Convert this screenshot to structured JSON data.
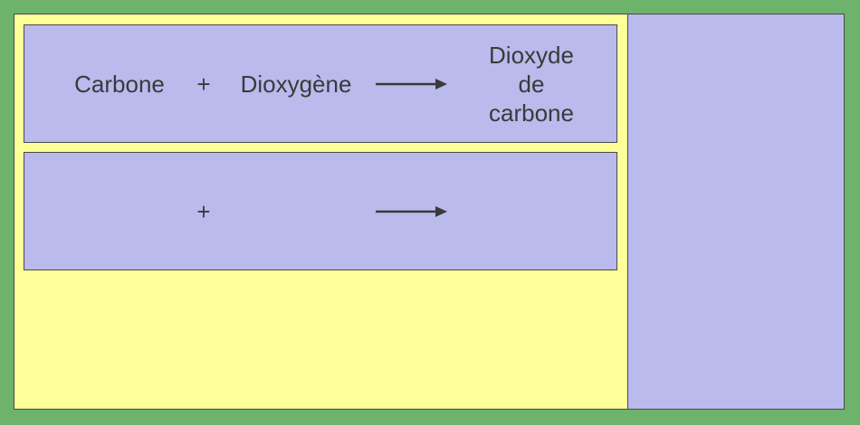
{
  "colors": {
    "background": "#6db36b",
    "workspace": "#ffff99",
    "panel": "#babaed",
    "border": "#4a4a4a",
    "text": "#3a3a3a"
  },
  "equations": [
    {
      "reactant1": "Carbone",
      "plus": "+",
      "reactant2": "Dioxygène",
      "arrow_icon": "right-arrow-icon",
      "product_lines": [
        "Dioxyde",
        "de",
        "carbone"
      ]
    },
    {
      "reactant1": "",
      "plus": "+",
      "reactant2": "",
      "arrow_icon": "right-arrow-icon",
      "product_lines": []
    }
  ]
}
